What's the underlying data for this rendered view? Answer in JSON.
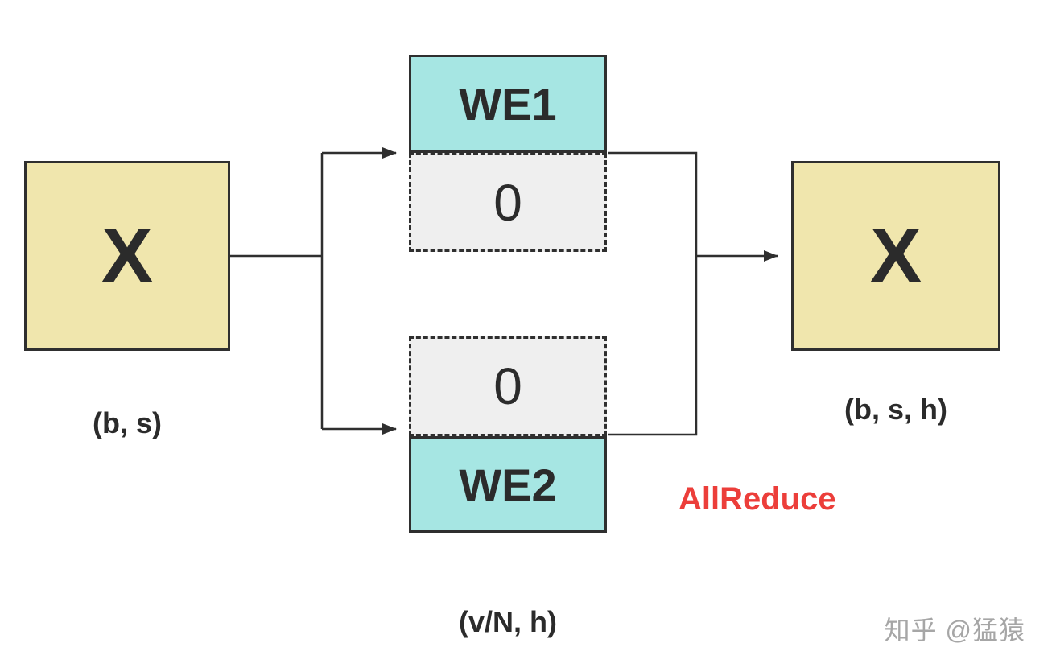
{
  "diagram": {
    "left_node": {
      "label": "X",
      "shape_label": "(b, s)"
    },
    "top_group": {
      "we_label": "WE1",
      "zero_label": "0"
    },
    "bottom_group": {
      "zero_label": "0",
      "we_label": "WE2"
    },
    "right_node": {
      "label": "X",
      "shape_label": "(b, s, h)"
    },
    "allreduce_label": "AllReduce",
    "embedding_shape_label": "(v/N, h)",
    "watermark": "知乎 @猛猿"
  },
  "colors": {
    "node_yellow": "#f0e6ad",
    "node_cyan": "#a6e6e3",
    "zero_fill": "#efefef",
    "stroke_dark": "#2f2f2f",
    "allreduce_red": "#ec3e3a",
    "watermark_gray": "#a6a6a6",
    "background": "#ffffff"
  }
}
